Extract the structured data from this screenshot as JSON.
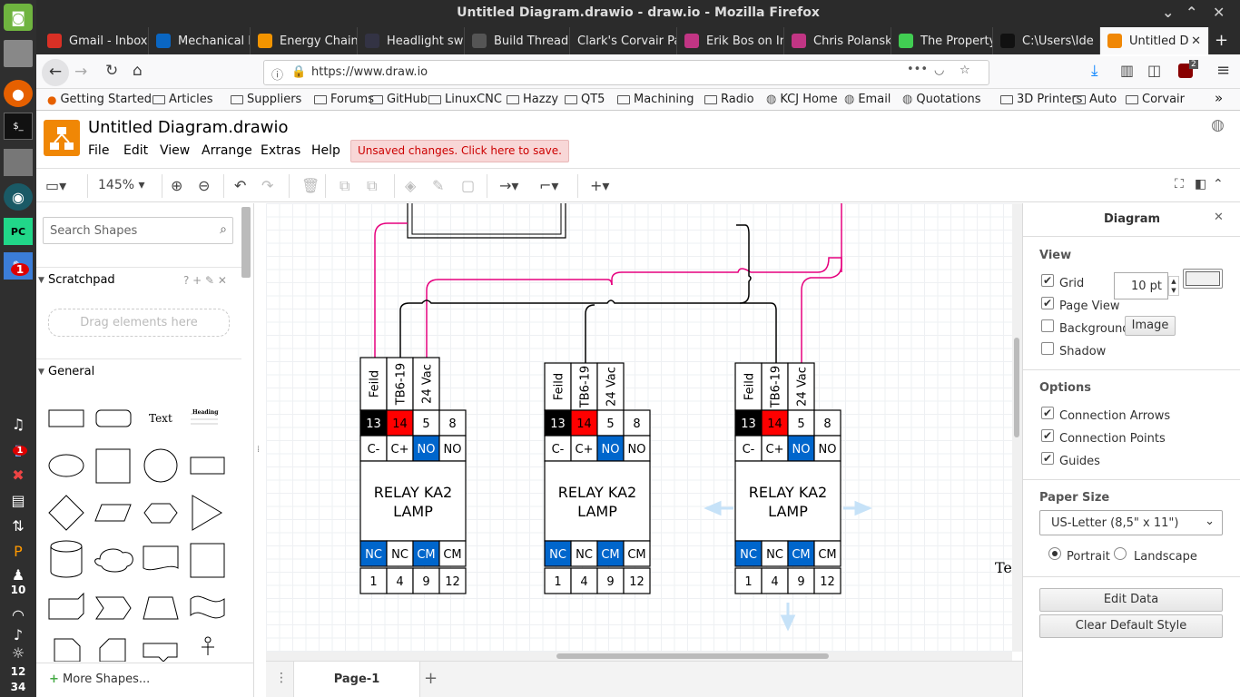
{
  "launcher": {
    "badge_1": "1",
    "badge_2": "1",
    "badge_3": "10",
    "clock_hour": "12",
    "clock_min": "34"
  },
  "window": {
    "title": "Untitled Diagram.drawio - draw.io - Mozilla Firefox"
  },
  "tabs": [
    {
      "label": "Gmail - Inbox",
      "icon": "gmail-icon",
      "color": "#d93025"
    },
    {
      "label": "Mechanical E",
      "icon": "linkedin-icon",
      "color": "#0a66c2"
    },
    {
      "label": "Energy Chain",
      "icon": "igus-icon",
      "color": "#f29400"
    },
    {
      "label": "Headlight sw",
      "icon": "forum-icon",
      "color": "#334"
    },
    {
      "label": "Build Thread",
      "icon": "gear-icon",
      "color": "#555"
    },
    {
      "label": "Clark's Corvair Pa",
      "icon": "",
      "color": ""
    },
    {
      "label": "Erik Bos on In",
      "icon": "instagram-icon",
      "color": "#c13584"
    },
    {
      "label": "Chris Polansk",
      "icon": "instagram-icon",
      "color": "#c13584"
    },
    {
      "label": "The Property",
      "icon": "qt-icon",
      "color": "#41cd52"
    },
    {
      "label": "C:\\Users\\Ide",
      "icon": "notion-icon",
      "color": "#111"
    },
    {
      "label": "Untitled D",
      "icon": "drawio-icon",
      "color": "#f08705"
    }
  ],
  "nav": {
    "url": "https://www.draw.io",
    "addon_badge": "2"
  },
  "bookmarks": [
    "Getting Started",
    "Articles",
    "Suppliers",
    "Forums",
    "GitHub",
    "LinuxCNC",
    "Hazzy",
    "QT5",
    "Machining",
    "Radio",
    "KCJ Home",
    "Email",
    "Quotations",
    "3D Printers",
    "Auto",
    "Corvair"
  ],
  "app": {
    "filename": "Untitled Diagram.drawio",
    "menus": [
      "File",
      "Edit",
      "View",
      "Arrange",
      "Extras",
      "Help"
    ],
    "unsaved": "Unsaved changes. Click here to save."
  },
  "toolbar": {
    "zoom": "145%"
  },
  "sidebar": {
    "search_placeholder": "Search Shapes",
    "scratchpad": "Scratchpad",
    "scratchpad_hint": "? + ✎ ✕",
    "drag_hint": "Drag elements here",
    "general": "General",
    "shape_text": "Text",
    "shape_heading": "Heading",
    "more_shapes": "More Shapes..."
  },
  "diagram": {
    "relays": [
      {
        "top_labels": [
          "Feild",
          "TB6-19",
          "24 Vac"
        ],
        "row1": [
          "13",
          "14",
          "5",
          "8"
        ],
        "row2": [
          "C-",
          "C+",
          "NO",
          "NO"
        ],
        "title1": "RELAY KA2",
        "title2": "LAMP",
        "row3": [
          "NC",
          "NC",
          "CM",
          "CM"
        ],
        "row4": [
          "1",
          "4",
          "9",
          "12"
        ]
      },
      {
        "top_labels": [
          "Feild",
          "TB6-19",
          "24 Vac"
        ],
        "row1": [
          "13",
          "14",
          "5",
          "8"
        ],
        "row2": [
          "C-",
          "C+",
          "NO",
          "NO"
        ],
        "title1": "RELAY KA2",
        "title2": "LAMP",
        "row3": [
          "NC",
          "NC",
          "CM",
          "CM"
        ],
        "row4": [
          "1",
          "4",
          "9",
          "12"
        ]
      },
      {
        "top_labels": [
          "Feild",
          "TB6-19",
          "24 Vac"
        ],
        "row1": [
          "13",
          "14",
          "5",
          "8"
        ],
        "row2": [
          "C-",
          "C+",
          "NO",
          "NO"
        ],
        "title1": "RELAY KA2",
        "title2": "LAMP",
        "row3": [
          "NC",
          "NC",
          "CM",
          "CM"
        ],
        "row4": [
          "1",
          "4",
          "9",
          "12"
        ]
      }
    ],
    "partial_text": "Te",
    "colors": {
      "black": "#000000",
      "red": "#ff0000",
      "blue": "#0066cc",
      "wire_pink": "#e6007e",
      "wire_black": "#000000"
    }
  },
  "format_panel": {
    "title": "Diagram",
    "view_heading": "View",
    "grid": "Grid",
    "grid_checked": true,
    "grid_size": "10 pt",
    "page_view": "Page View",
    "page_view_checked": true,
    "background": "Background",
    "background_checked": false,
    "image_button": "Image",
    "shadow": "Shadow",
    "shadow_checked": false,
    "options_heading": "Options",
    "connection_arrows": "Connection Arrows",
    "connection_points": "Connection Points",
    "guides": "Guides",
    "paper_heading": "Paper Size",
    "paper_size": "US-Letter (8,5\" x 11\")",
    "portrait": "Portrait",
    "landscape": "Landscape",
    "edit_data": "Edit Data",
    "clear_style": "Clear Default Style"
  },
  "pages": {
    "current": "Page-1"
  }
}
